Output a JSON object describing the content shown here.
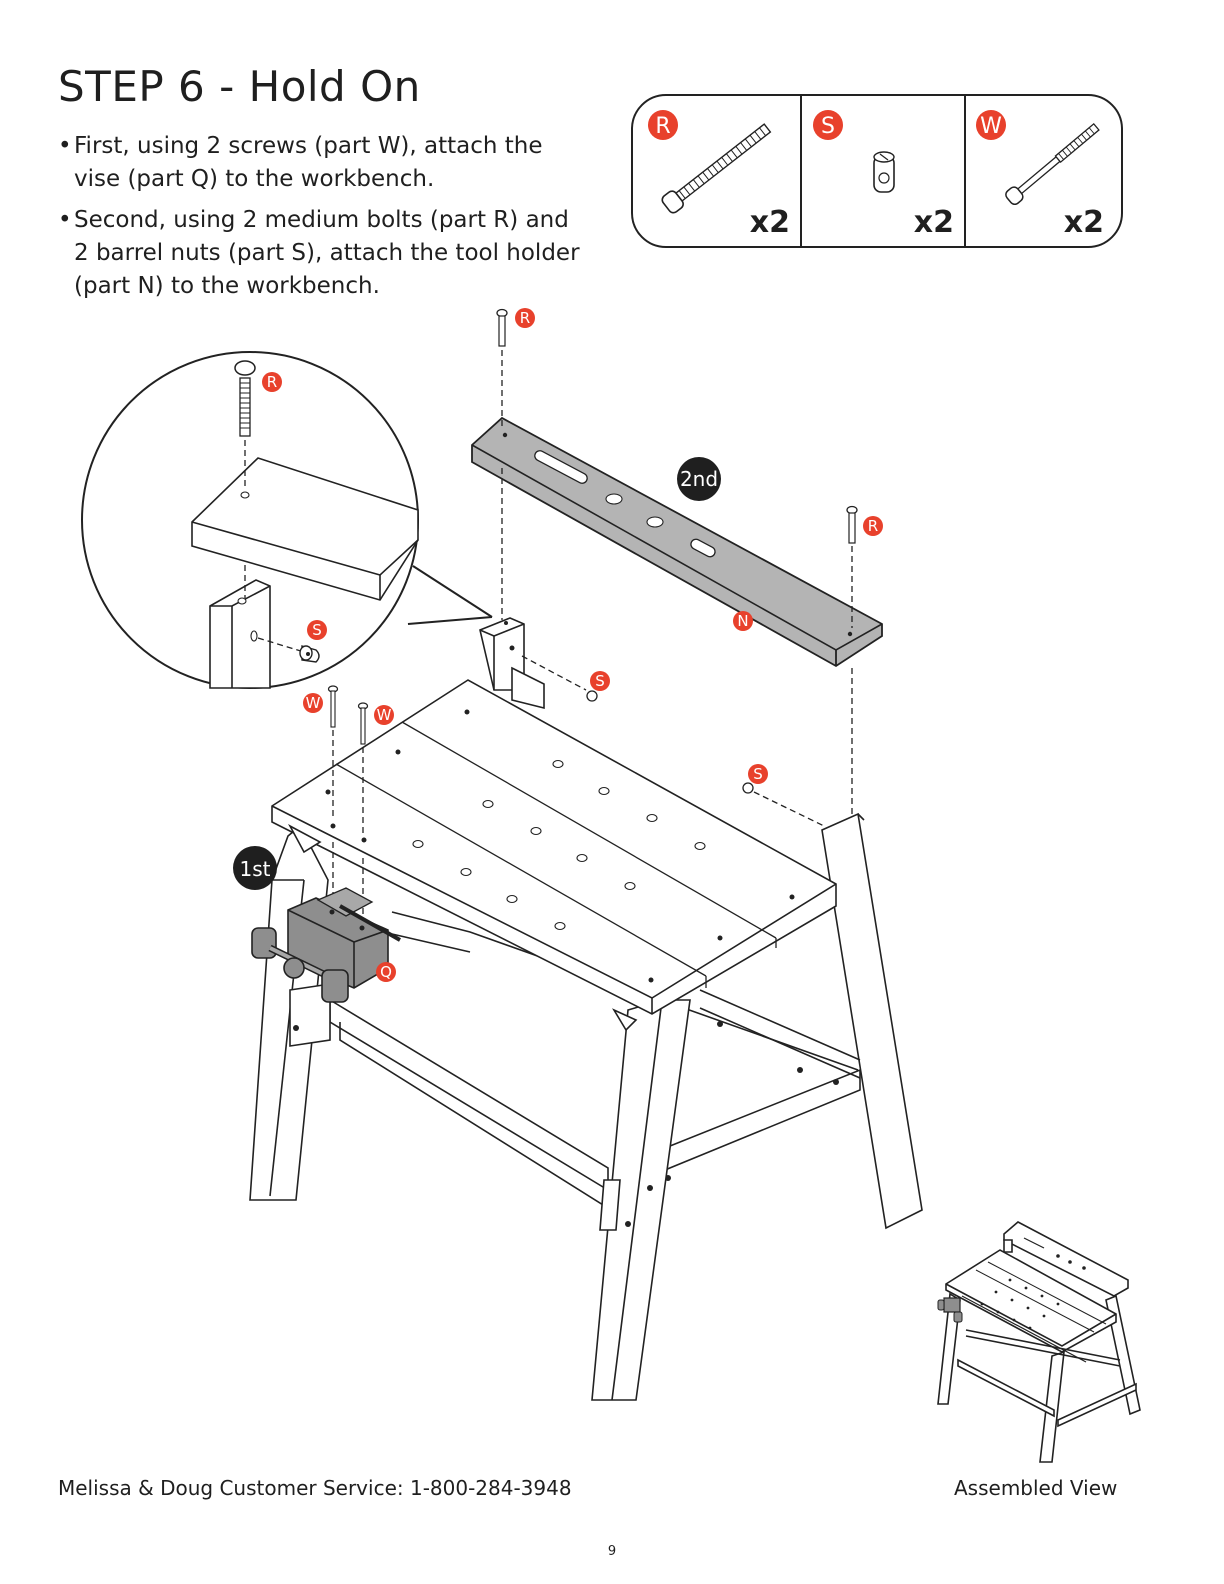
{
  "title": "STEP 6 - Hold On",
  "instructions": [
    "First, using 2 screws (part W), attach the vise (part Q) to the workbench.",
    "Second, using 2 medium bolts (part R) and 2 barrel nuts (part S), attach the tool holder (part N) to the workbench."
  ],
  "parts": [
    {
      "letter": "R",
      "icon": "medium-bolt-icon",
      "quantity": "x2"
    },
    {
      "letter": "S",
      "icon": "barrel-nut-icon",
      "quantity": "x2"
    },
    {
      "letter": "W",
      "icon": "screw-icon",
      "quantity": "x2"
    }
  ],
  "callouts": {
    "r_zoom": "R",
    "s_zoom": "S",
    "r_top": "R",
    "r_right": "R",
    "n_part": "N",
    "s_mid": "S",
    "s_right": "S",
    "w_left": "W",
    "w_right": "W",
    "q_part": "Q"
  },
  "step_badges": {
    "first": "1st",
    "second": "2nd"
  },
  "footer": {
    "customer_service": "Melissa & Doug Customer Service: 1-800-284-3948",
    "assembled_view": "Assembled View",
    "page_number": "9"
  },
  "colors": {
    "accent_red": "#e8412c",
    "part_gray": "#b4b4b4",
    "badge_black": "#1f1f1f",
    "ink": "#1f1f1f"
  }
}
